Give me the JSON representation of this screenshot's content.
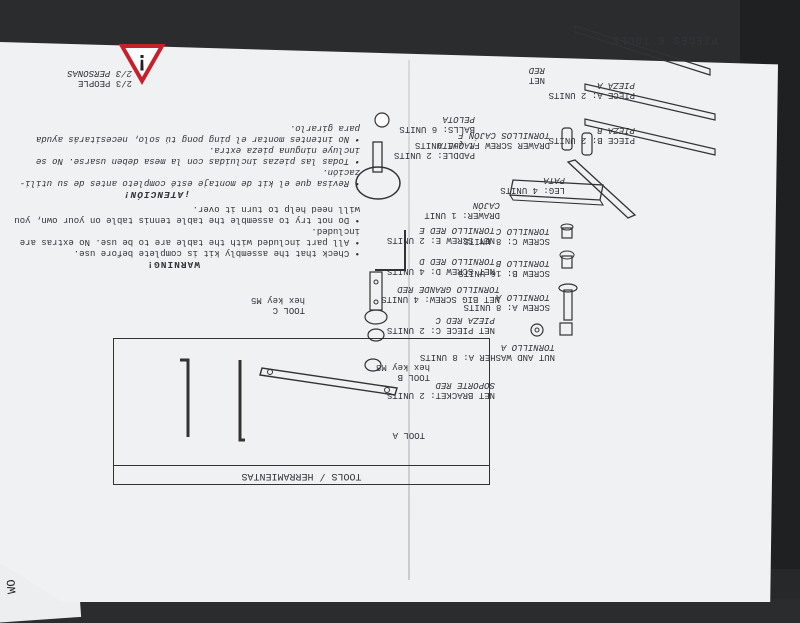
{
  "side_sheet": {
    "text": "WO"
  },
  "people": {
    "line1": "2/3 PEOPLE",
    "line2": "2/3 PERSONAS"
  },
  "pieces_title": "PIECES & TOOLS",
  "tools": {
    "header": "TOOLS / HERRAMIENTAS",
    "tool_a": "TOOL A",
    "tool_b": "TOOL B",
    "tool_b_desc": "hex key M8",
    "tool_c": "TOOL C",
    "tool_c_desc": "hex key M5"
  },
  "warning": {
    "title_en": "WARNING!",
    "en_lines": [
      "• Check that the assembly kit is complete before use.",
      "• All part included with the table are to be use. No extras are",
      "  included.",
      "• Do not try to assemble the table tennis table on your own, you",
      "  will need help to turn it over."
    ],
    "title_es": "¡ATENCIÓN!",
    "es_lines": [
      "• Revisa que el kit de montaje esté completo antes de su utili-",
      "  zación.",
      "• Todas las piezas incluidas con la mesa deben usarse. No se",
      "  incluye ninguna pieza extra.",
      "• No intentes montar el ping pong tú solo, necesitarás ayuda",
      "  para girarlo."
    ]
  },
  "pieces": [
    {
      "en": "NET",
      "es": "RED"
    },
    {
      "en": "PIECE A: 2 UNITS",
      "es": "PIEZA A"
    },
    {
      "en": "PIECE B: 2 UNITS",
      "es": "PIEZA B"
    },
    {
      "en": "LEG: 4 UNITS",
      "es": "PATA"
    },
    {
      "en": "NUT AND WASHER A: 8 UNITS",
      "es": "TORNILLO A"
    },
    {
      "en": "SCREW A: 8 UNITS",
      "es": "TORNILLO A"
    },
    {
      "en": "SCREW B: 16 UNITS",
      "es": "TORNILLO B"
    },
    {
      "en": "SCREW C: 8 UNITS",
      "es": "TORNILLO C"
    },
    {
      "en": "DRAWER: 1 UNIT",
      "es": "CAJÓN"
    },
    {
      "en": "DRAWER SCREW F: 2+1 UNITS",
      "es": "TORNILLOS CAJÓN F"
    },
    {
      "en": "NET BRACKET: 2 UNITS",
      "es": "SOPORTE RED"
    },
    {
      "en": "NET PIECE C: 2 UNITS",
      "es": "PIEZA RED C"
    },
    {
      "en": "NET BIG SCREW: 4 UNITS",
      "es": "TORNILLO GRANDE RED"
    },
    {
      "en": "NET SCREW D: 4 UNITS",
      "es": "TORNILLO RED D"
    },
    {
      "en": "NET SCREW E: 2 UNITS",
      "es": "TORNILLO RED E"
    },
    {
      "en": "PADDLE: 2 UNITS",
      "es": "RAQUETA"
    },
    {
      "en": "BALLS: 6 UNITS",
      "es": "PELOTA"
    }
  ],
  "colors": {
    "paper": "#eff1f3",
    "ink": "#303236",
    "warning_red": "#c8202a",
    "background": "#2b2c2e"
  }
}
